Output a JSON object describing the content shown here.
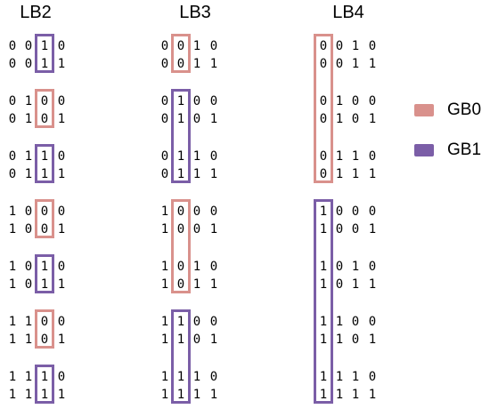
{
  "columns": [
    {
      "title": "LB2",
      "groups": [
        {
          "rows": [
            "0010",
            "0011"
          ]
        },
        {
          "rows": [
            "0100",
            "0101"
          ]
        },
        {
          "rows": [
            "0110",
            "0111"
          ]
        },
        {
          "rows": [
            "1000",
            "1001"
          ]
        },
        {
          "rows": [
            "1010",
            "1011"
          ]
        },
        {
          "rows": [
            "1100",
            "1101"
          ]
        },
        {
          "rows": [
            "1110",
            "1111"
          ]
        }
      ]
    },
    {
      "title": "LB3",
      "groups": [
        {
          "rows": [
            "0010",
            "0011"
          ]
        },
        {
          "rows": [
            "0100",
            "0101"
          ]
        },
        {
          "rows": [
            "0110",
            "0111"
          ]
        },
        {
          "rows": [
            "1000",
            "1001"
          ]
        },
        {
          "rows": [
            "1010",
            "1011"
          ]
        },
        {
          "rows": [
            "1100",
            "1101"
          ]
        },
        {
          "rows": [
            "1110",
            "1111"
          ]
        }
      ]
    },
    {
      "title": "LB4",
      "groups": [
        {
          "rows": [
            "0010",
            "0011"
          ]
        },
        {
          "rows": [
            "0100",
            "0101"
          ]
        },
        {
          "rows": [
            "0110",
            "0111"
          ]
        },
        {
          "rows": [
            "1000",
            "1001"
          ]
        },
        {
          "rows": [
            "1010",
            "1011"
          ]
        },
        {
          "rows": [
            "1100",
            "1101"
          ]
        },
        {
          "rows": [
            "1110",
            "1111"
          ]
        }
      ]
    }
  ],
  "boxes": [
    {
      "col": 0,
      "bit": 2,
      "from": 0,
      "to": 0,
      "color": "GB1"
    },
    {
      "col": 0,
      "bit": 2,
      "from": 1,
      "to": 1,
      "color": "GB0"
    },
    {
      "col": 0,
      "bit": 2,
      "from": 2,
      "to": 2,
      "color": "GB1"
    },
    {
      "col": 0,
      "bit": 2,
      "from": 3,
      "to": 3,
      "color": "GB0"
    },
    {
      "col": 0,
      "bit": 2,
      "from": 4,
      "to": 4,
      "color": "GB1"
    },
    {
      "col": 0,
      "bit": 2,
      "from": 5,
      "to": 5,
      "color": "GB0"
    },
    {
      "col": 0,
      "bit": 2,
      "from": 6,
      "to": 6,
      "color": "GB1"
    },
    {
      "col": 1,
      "bit": 1,
      "from": 0,
      "to": 0,
      "color": "GB0"
    },
    {
      "col": 1,
      "bit": 1,
      "from": 1,
      "to": 2,
      "color": "GB1"
    },
    {
      "col": 1,
      "bit": 1,
      "from": 3,
      "to": 4,
      "color": "GB0"
    },
    {
      "col": 1,
      "bit": 1,
      "from": 5,
      "to": 6,
      "color": "GB1"
    },
    {
      "col": 2,
      "bit": 0,
      "from": 0,
      "to": 2,
      "color": "GB0"
    },
    {
      "col": 2,
      "bit": 0,
      "from": 3,
      "to": 6,
      "color": "GB1"
    }
  ],
  "legend": [
    {
      "label": "GB0",
      "color": "#D9918C"
    },
    {
      "label": "GB1",
      "color": "#7B5EA7"
    }
  ]
}
